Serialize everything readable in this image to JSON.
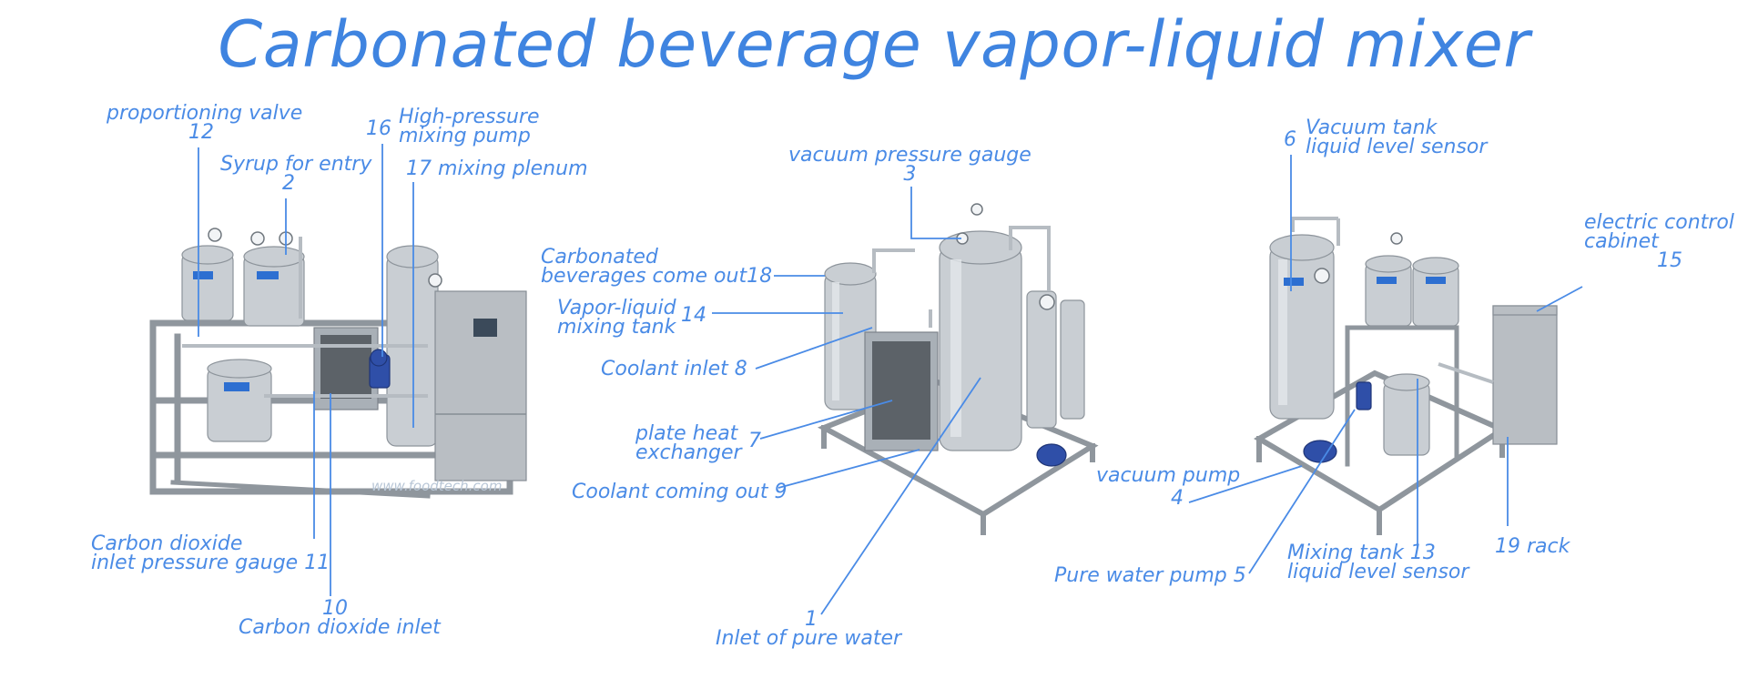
{
  "title": "Carbonated beverage vapor-liquid mixer",
  "watermark": "www.foodtech.com",
  "colors": {
    "label": "#4a8be6",
    "title": "#3f84e0",
    "steel": "#c9ced3",
    "motor": "#2f4fa8",
    "cabinet": "#b9bec3"
  },
  "labels": {
    "proportioning_valve": {
      "text": "proportioning valve",
      "num": "12"
    },
    "syrup_entry": {
      "text": "Syrup for entry",
      "num": "2"
    },
    "hp_pump": {
      "num": "16",
      "line1": "High-pressure",
      "line2": "mixing pump"
    },
    "mixing_plenum": {
      "text": "17  mixing plenum"
    },
    "co2_gauge": {
      "line1": "Carbon dioxide",
      "line2": "inlet pressure gauge  11"
    },
    "co2_inlet": {
      "num": "10",
      "text": "Carbon dioxide inlet"
    },
    "vacuum_gauge": {
      "text": "vacuum pressure gauge",
      "num": "3"
    },
    "carbonated_out": {
      "line1": "Carbonated",
      "line2": "beverages come out18"
    },
    "vl_tank": {
      "line1": "Vapor-liquid",
      "line2": "mixing tank",
      "num": "14"
    },
    "coolant_inlet": {
      "text": "Coolant inlet  8"
    },
    "plate_hx": {
      "line1": "plate heat",
      "line2": "exchanger",
      "num": "7"
    },
    "coolant_out": {
      "text": "Coolant coming out 9"
    },
    "pure_water_inlet": {
      "num": "1",
      "text": "Inlet of pure water"
    },
    "vac_level": {
      "num": "6",
      "line1": "Vacuum tank",
      "line2": "liquid level sensor"
    },
    "control_cabinet": {
      "line1": "electric control",
      "line2": "cabinet",
      "num": "15"
    },
    "vacuum_pump": {
      "text": "vacuum pump",
      "num": "4"
    },
    "pure_water_pump": {
      "text": "Pure water pump  5"
    },
    "mix_level": {
      "line1": "Mixing tank 13",
      "line2": "liquid level sensor"
    },
    "rack": {
      "text": "19 rack"
    }
  }
}
